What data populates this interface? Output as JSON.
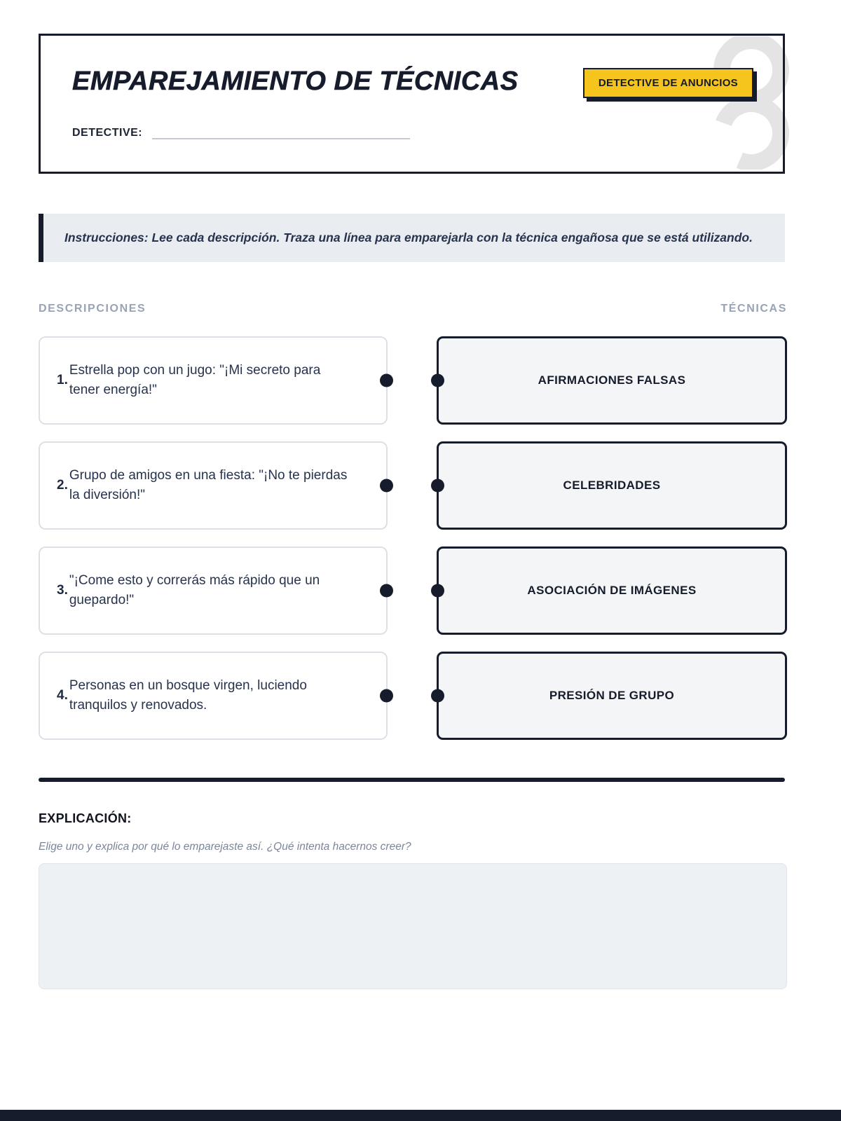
{
  "colors": {
    "accent_dark": "#161c2b",
    "accent_yellow": "#f6c51d",
    "panel_gray": "#e9edf2",
    "muted_blue_gray": "#98a3b5"
  },
  "header": {
    "title": "EMPAREJAMIENTO DE TÉCNICAS",
    "badge": "DETECTIVE DE ANUNCIOS",
    "detective_label": "DETECTIVE:"
  },
  "instructions": {
    "text": "Instrucciones: Lee cada descripción. Traza una línea para emparejarla con la técnica engañosa que se está utilizando."
  },
  "matching": {
    "left_header": "DESCRIPCIONES",
    "right_header": "TÉCNICAS",
    "descriptions": [
      {
        "number": "1.",
        "text": "Estrella pop con un jugo: \"¡Mi secreto para tener energía!\""
      },
      {
        "number": "2.",
        "text": "Grupo de amigos en una fiesta: \"¡No te pierdas la diversión!\""
      },
      {
        "number": "3.",
        "text": "\"¡Come esto y correrás más rápido que un guepardo!\""
      },
      {
        "number": "4.",
        "text": "Personas en un bosque virgen, luciendo tranquilos y renovados."
      }
    ],
    "techniques": [
      {
        "label": "AFIRMACIONES FALSAS"
      },
      {
        "label": "CELEBRIDADES"
      },
      {
        "label": "ASOCIACIÓN DE IMÁGENES"
      },
      {
        "label": "PRESIÓN DE GRUPO"
      }
    ]
  },
  "explanation": {
    "heading": "EXPLICACIÓN:",
    "hint": "Elige uno y explica por qué lo emparejaste así. ¿Qué intenta hacernos creer?"
  }
}
